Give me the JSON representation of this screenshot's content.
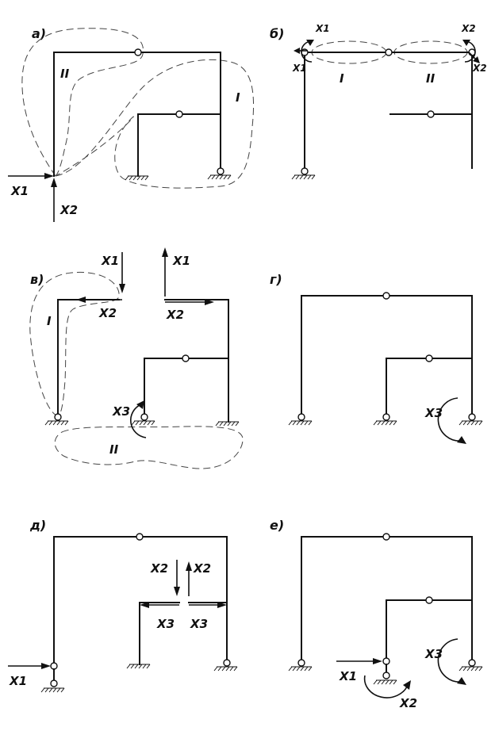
{
  "panels": {
    "a": {
      "tag": "а)",
      "region1": "II",
      "region2": "I",
      "x1": "X1",
      "x2": "X2"
    },
    "b": {
      "tag": "б)",
      "region1": "I",
      "region2": "II",
      "x1_top": "X1",
      "x1_side": "X1",
      "x2_top": "X2",
      "x2_side": "X2"
    },
    "v": {
      "tag": "в)",
      "region1": "I",
      "region2": "II",
      "x1_left": "X1",
      "x1_right": "X1",
      "x2_left": "X2",
      "x2_right": "X2",
      "x3": "X3"
    },
    "g": {
      "tag": "г)",
      "x3": "X3"
    },
    "d": {
      "tag": "д)",
      "x1": "X1",
      "x2_left": "X2",
      "x2_right": "X2",
      "x3_left": "X3",
      "x3_right": "X3"
    },
    "e": {
      "tag": "е)",
      "x1": "X1",
      "x2": "X2",
      "x3": "X3"
    }
  }
}
